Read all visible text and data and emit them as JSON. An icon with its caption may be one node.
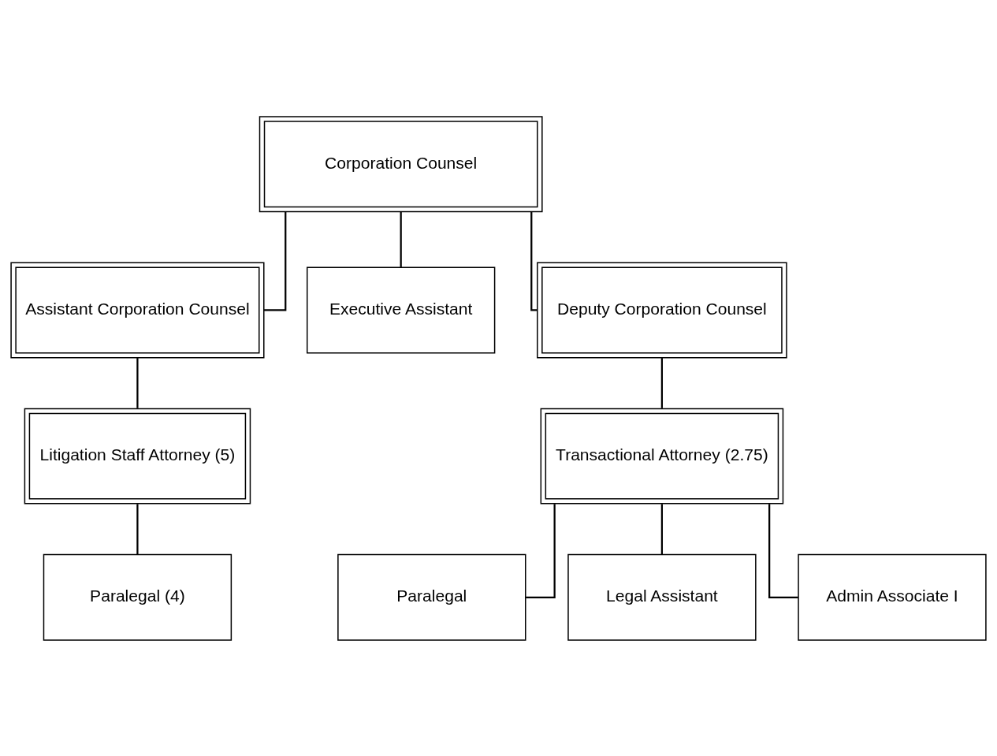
{
  "diagram": {
    "nodes": [
      {
        "text": [
          "Corporation Counsel"
        ]
      },
      {
        "text": [
          "Assistant Corporation Counsel"
        ]
      },
      {
        "text": [
          "Executive Assistant"
        ]
      },
      {
        "text": [
          "Deputy Corporation Counsel"
        ]
      },
      {
        "text": [
          "Litigation Staff Attorney (5)"
        ]
      },
      {
        "text": [
          "Paralegal (4)"
        ]
      },
      {
        "text": [
          "Transactional Attorney (2.75)"
        ]
      },
      {
        "text": [
          "Paralegal"
        ]
      },
      {
        "text": [
          "Legal Assistant"
        ]
      },
      {
        "text": [
          "Admin Associate I"
        ]
      }
    ],
    "edges": [
      {
        "from": 0,
        "to": 1,
        "arrow": "none"
      },
      {
        "from": 0,
        "to": 2,
        "arrow": "none"
      },
      {
        "from": 0,
        "to": 3,
        "arrow": "none"
      },
      {
        "from": 1,
        "to": 4,
        "arrow": "none"
      },
      {
        "from": 4,
        "to": 5,
        "arrow": "none"
      },
      {
        "from": 3,
        "to": 6,
        "arrow": "none"
      },
      {
        "from": 6,
        "to": 7,
        "arrow": "none"
      },
      {
        "from": 6,
        "to": 8,
        "arrow": "none"
      },
      {
        "from": 6,
        "to": 9,
        "arrow": "none"
      }
    ]
  }
}
